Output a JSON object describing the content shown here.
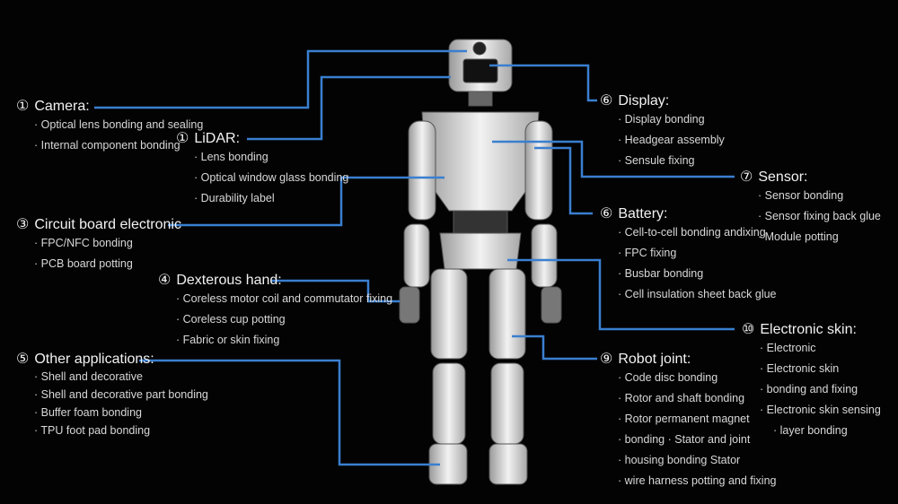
{
  "colors": {
    "line": "#3a7fd0",
    "background": "#030303"
  },
  "callouts": [
    {
      "id": "camera",
      "num": "①",
      "title": "Camera:",
      "items": [
        "Optical lens bonding and sealing",
        "Internal component bonding"
      ]
    },
    {
      "id": "lidar",
      "num": "①",
      "title": "LiDAR:",
      "items": [
        "Lens bonding",
        "Optical window glass bonding",
        "Durability label"
      ]
    },
    {
      "id": "circuit",
      "num": "③",
      "title": "Circuit board electronic",
      "items": [
        "FPC/NFC bonding",
        "PCB board potting"
      ]
    },
    {
      "id": "hand",
      "num": "④",
      "title": "Dexterous hand:",
      "items": [
        "Coreless motor coil and commutator fixing",
        "Coreless cup potting",
        "Fabric or skin fixing"
      ]
    },
    {
      "id": "other",
      "num": "⑤",
      "title": "Other applications:",
      "items": [
        "Shell and decorative",
        "Shell and decorative part bonding",
        "Buffer foam bonding",
        "TPU foot pad bonding"
      ]
    },
    {
      "id": "display",
      "num": "⑥",
      "title": "Display:",
      "items": [
        "Display bonding",
        "Headgear assembly",
        "Sensule fixing"
      ]
    },
    {
      "id": "sensor",
      "num": "⑦",
      "title": "Sensor:",
      "items": [
        "Sensor bonding",
        "Sensor fixing back glue",
        "Module potting"
      ]
    },
    {
      "id": "battery",
      "num": "⑥",
      "title": "Battery:",
      "items": [
        "Cell-to-cell bonding andixing",
        "FPC fixing",
        "Busbar bonding",
        "Cell insulation sheet back glue"
      ]
    },
    {
      "id": "skin",
      "num": "⑩",
      "title": "Electronic skin:",
      "items": [
        "Electronic",
        "Electronic skin",
        "bonding and fixing",
        "Electronic skin sensing",
        "layer bonding"
      ]
    },
    {
      "id": "joint",
      "num": "⑨",
      "title": "Robot joint:",
      "items": [
        "Code disc bonding",
        "Rotor and shaft bonding",
        "Rotor permanent magnet",
        "bonding · Stator and joint",
        "housing bonding  Stator",
        "wire harness potting and fixing"
      ]
    }
  ]
}
